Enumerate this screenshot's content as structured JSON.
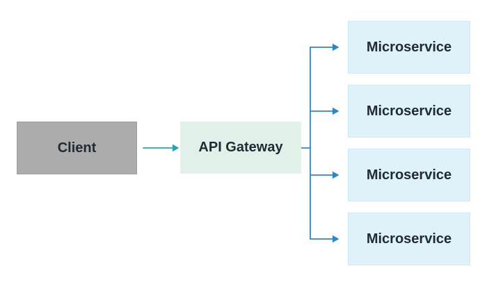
{
  "diagram": {
    "type": "architecture-flow",
    "nodes": {
      "client": {
        "label": "Client"
      },
      "gateway": {
        "label": "API Gateway"
      },
      "microservices": [
        {
          "label": "Microservice"
        },
        {
          "label": "Microservice"
        },
        {
          "label": "Microservice"
        },
        {
          "label": "Microservice"
        }
      ]
    },
    "edges": [
      {
        "from": "client",
        "to": "api-gateway",
        "arrow": "right"
      },
      {
        "from": "api-gateway",
        "to": "microservice-1",
        "arrow": "right"
      },
      {
        "from": "api-gateway",
        "to": "microservice-2",
        "arrow": "right"
      },
      {
        "from": "api-gateway",
        "to": "microservice-3",
        "arrow": "right"
      },
      {
        "from": "api-gateway",
        "to": "microservice-4",
        "arrow": "right"
      }
    ],
    "colors": {
      "background": "#FFFFFF",
      "client_fill": "#ACACAC",
      "gateway_fill": "#E1F0E9",
      "microservice_fill": "#DFF2FA",
      "arrow_teal": "#2AA2AE",
      "arrow_blue": "#2E86C4",
      "text": "#212B36"
    }
  }
}
